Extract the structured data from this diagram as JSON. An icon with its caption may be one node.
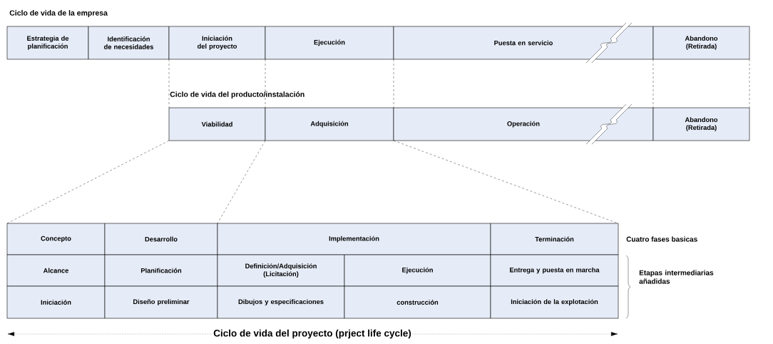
{
  "diagram": {
    "nodes": [
      {
        "text": [
          "Estrategia de planificación"
        ]
      },
      {
        "text": [
          "Identificación de necesidades"
        ]
      },
      {
        "text": [
          "Iniciación del proyecto"
        ]
      },
      {
        "text": [
          "Ejecución"
        ]
      },
      {
        "text": [
          "Puesta en servicio"
        ]
      },
      {
        "text": [
          "Abandono (Retirada)"
        ]
      },
      {
        "text": [
          "Viabilidad"
        ]
      },
      {
        "text": [
          "Adquisición"
        ]
      },
      {
        "text": [
          "Operación"
        ]
      },
      {
        "text": [
          "Abandono (Retirada)"
        ]
      },
      {
        "text": [
          "Concepto"
        ]
      },
      {
        "text": [
          "Desarrollo"
        ]
      },
      {
        "text": [
          "Implementación"
        ]
      },
      {
        "text": [
          "Terminación"
        ]
      },
      {
        "text": [
          "Alcance"
        ]
      },
      {
        "text": [
          "Planificación"
        ]
      },
      {
        "text": [
          "Definición/Adquisición (Licitación)"
        ]
      },
      {
        "text": [
          "Ejecución"
        ]
      },
      {
        "text": [
          "Entrega y puesta en marcha"
        ]
      },
      {
        "text": [
          "Iniciación"
        ]
      },
      {
        "text": [
          "Diseño preliminar"
        ]
      },
      {
        "text": [
          "Dibujos y especificaciones"
        ]
      },
      {
        "text": [
          "construcción"
        ]
      },
      {
        "text": [
          "Iniciación de la explotación"
        ]
      }
    ],
    "edges": [
      {
        "from": 2,
        "to": 6,
        "arrow": "none",
        "style": "dashed"
      },
      {
        "from": 2,
        "to": 6,
        "arrow": "none",
        "style": "dashed"
      },
      {
        "from": 3,
        "to": 7,
        "arrow": "none",
        "style": "dashed"
      },
      {
        "from": 5,
        "to": 9,
        "arrow": "none",
        "style": "dashed"
      },
      {
        "from": 5,
        "to": 9,
        "arrow": "none",
        "style": "dashed"
      },
      {
        "from": 6,
        "to": 10,
        "arrow": "none",
        "style": "dashed"
      },
      {
        "from": 7,
        "to": 11,
        "arrow": "none",
        "style": "dashed"
      },
      {
        "from": 7,
        "to": 13,
        "arrow": "none",
        "style": "dashed"
      }
    ],
    "labels": [
      "Ciclo de vida de la empresa",
      "Ciclo de vida del producto/instalación",
      "Cuatro fases basicas",
      "Etapas intermediarias añadidas",
      "Ciclo de vida del proyecto (prject life cycle)"
    ]
  }
}
